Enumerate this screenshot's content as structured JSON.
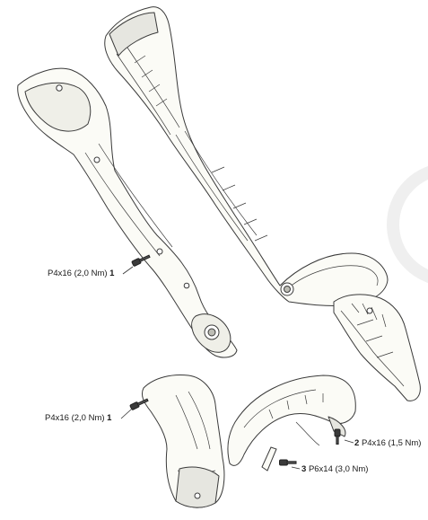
{
  "callouts": [
    {
      "id": "screw-1a",
      "spec": "P4x16 (2,0 Nm)",
      "number": "1"
    },
    {
      "id": "screw-1b",
      "spec": "P4x16 (2,0 Nm)",
      "number": "1"
    },
    {
      "id": "screw-2",
      "spec": "P4x16 (1,5 Nm)",
      "number": "2"
    },
    {
      "id": "screw-3",
      "spec": "P6x14 (3,0 Nm)",
      "number": "3"
    }
  ],
  "colors": {
    "line": "#3a3a3a",
    "fill": "#fbfbf6",
    "shade": "#e6e6e0",
    "watermark": "#eeeeee"
  }
}
